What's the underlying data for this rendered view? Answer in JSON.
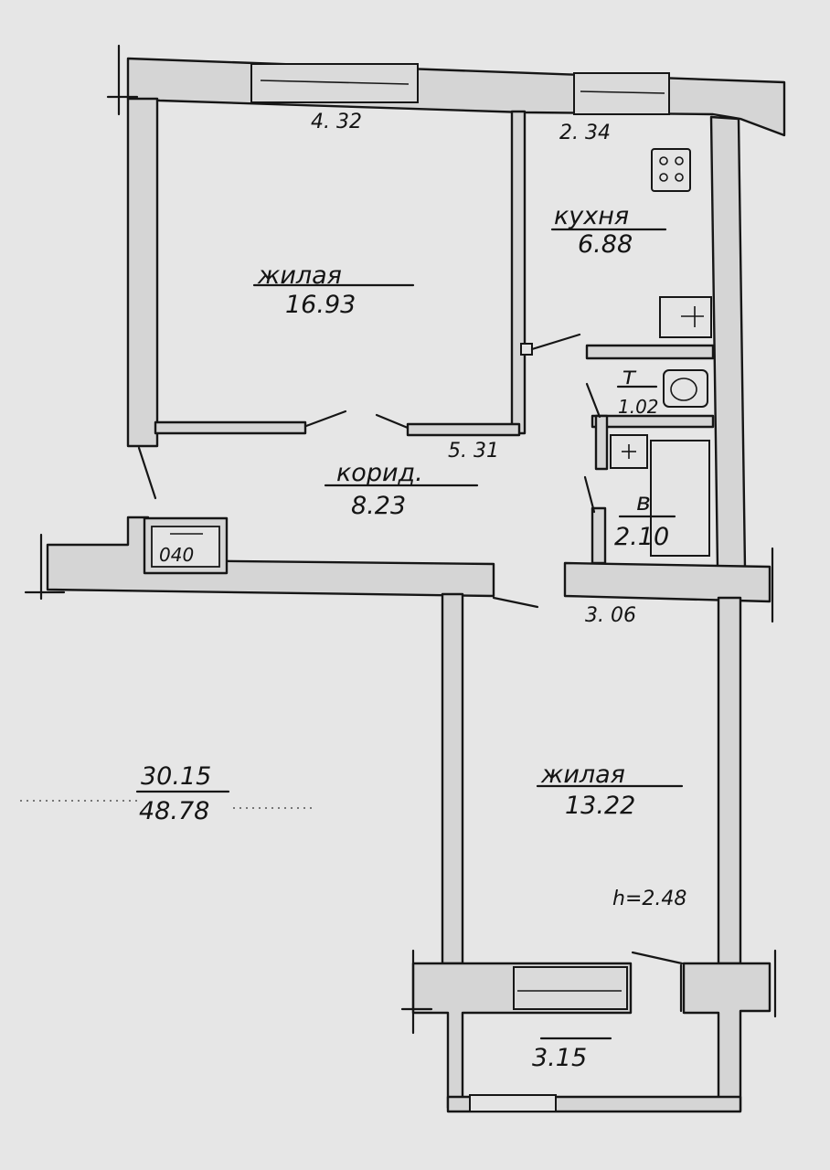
{
  "plan": {
    "rooms": {
      "living_top": {
        "name": "жилая",
        "area": "16.93"
      },
      "kitchen": {
        "name": "кухня",
        "area": "6.88"
      },
      "toilet": {
        "name": "т",
        "area": "1.02"
      },
      "bath": {
        "name": "в",
        "area": "2.10"
      },
      "corridor": {
        "name": "корид.",
        "area": "8.23"
      },
      "living_bottom": {
        "name": "жилая",
        "area": "13.22"
      },
      "closet": {
        "area": "040"
      },
      "balcony": {
        "area": "3.15"
      }
    },
    "dimensions": {
      "top_left": "4. 32",
      "top_right": "2. 34",
      "corridor_wall": "5. 31",
      "bottom_wall": "3. 06",
      "ceiling_height": "h=2.48"
    },
    "totals": {
      "living": "30.15",
      "total": "48.78"
    }
  }
}
